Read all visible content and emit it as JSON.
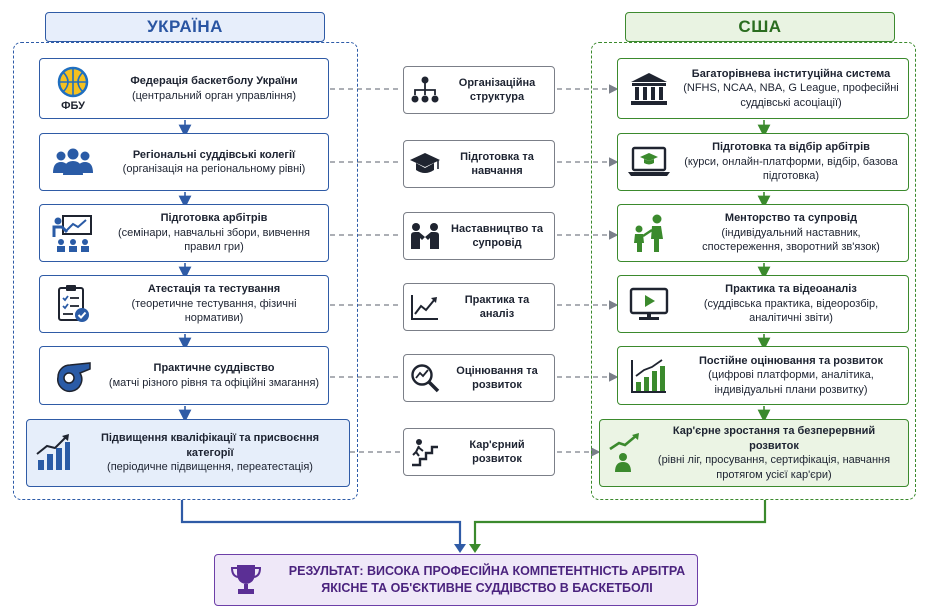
{
  "ukraine": {
    "title": "УКРАЇНА",
    "logo_text": "ФБУ",
    "boxes": [
      {
        "title": "Федерація баскетболу України",
        "desc": "(центральний орган управління)"
      },
      {
        "title": "Регіональні суддівські колегії",
        "desc": "(організація на регіональному рівні)"
      },
      {
        "title": "Підготовка арбітрів",
        "desc": "(семінари, навчальні збори, вивчення правил гри)"
      },
      {
        "title": "Атестація та тестування",
        "desc": "(теоретичне тестування, фізичні нормативи)"
      },
      {
        "title": "Практичне суддівство",
        "desc": "(матчі різного рівня та офіційні змагання)"
      },
      {
        "title": "Підвищення кваліфікації та присвоєння категорії",
        "desc": "(періодичне підвищення, переатестація)"
      }
    ]
  },
  "middle": [
    {
      "label": "Організаційна структура",
      "icon": "org-structure-icon"
    },
    {
      "label": "Підготовка та навчання",
      "icon": "graduation-cap-icon"
    },
    {
      "label": "Наставництво та супровід",
      "icon": "mentoring-icon"
    },
    {
      "label": "Практика та аналіз",
      "icon": "line-chart-icon"
    },
    {
      "label": "Оцінювання та розвиток",
      "icon": "magnifier-chart-icon"
    },
    {
      "label": "Кар'єрний розвиток",
      "icon": "career-stairs-icon"
    }
  ],
  "usa": {
    "title": "США",
    "boxes": [
      {
        "title": "Багаторівнева інституційна система",
        "desc": "(NFHS, NCAA, NBA, G League, професійні суддівські асоціації)"
      },
      {
        "title": "Підготовка та відбір арбітрів",
        "desc": "(курси, онлайн-платформи, відбір, базова підготовка)"
      },
      {
        "title": "Менторство та супровід",
        "desc": "(індивідуальний наставник, спостереження, зворотний зв'язок)"
      },
      {
        "title": "Практика та відеоаналіз",
        "desc": "(суддівська практика, відеорозбір, аналітичні звіти)"
      },
      {
        "title": "Постійне оцінювання та розвиток",
        "desc": "(цифрові платформи, аналітика, індивідуальні плани розвитку)"
      },
      {
        "title": "Кар'єрне зростання та безперервний розвиток",
        "desc": "(рівні ліг, просування, сертифікація, навчання протягом усієї кар'єри)"
      }
    ]
  },
  "result": {
    "line1": "РЕЗУЛЬТАТ: ВИСОКА ПРОФЕСІЙНА КОМПЕТЕНТНІСТЬ АРБІТРА",
    "line2": "ЯКІСНЕ ТА ОБ'ЄКТИВНЕ СУДДІВСТВО В БАСКЕТБОЛІ"
  },
  "colors": {
    "ukraine_blue": "#2f5ba6",
    "usa_green": "#3b8a2d",
    "result_purple": "#6d3fa8",
    "icon_dark": "#1f2430"
  }
}
